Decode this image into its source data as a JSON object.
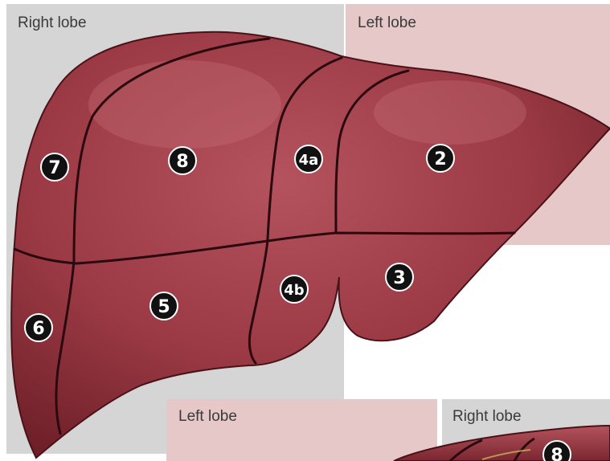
{
  "top_panels": {
    "right_lobe_label": "Right lobe",
    "left_lobe_label": "Left lobe",
    "right_bg": "#d5d5d5",
    "left_bg": "#e7c8c8"
  },
  "bottom_panels": {
    "left_lobe_label": "Left lobe",
    "right_lobe_label": "Right lobe"
  },
  "liver": {
    "fill": "#9b3a45",
    "outline": "#4a1218"
  },
  "segments": {
    "s2": "2",
    "s3": "3",
    "s4a": "4a",
    "s4b": "4b",
    "s5": "5",
    "s6": "6",
    "s7": "7",
    "s8": "8",
    "inset_s8": "8"
  }
}
